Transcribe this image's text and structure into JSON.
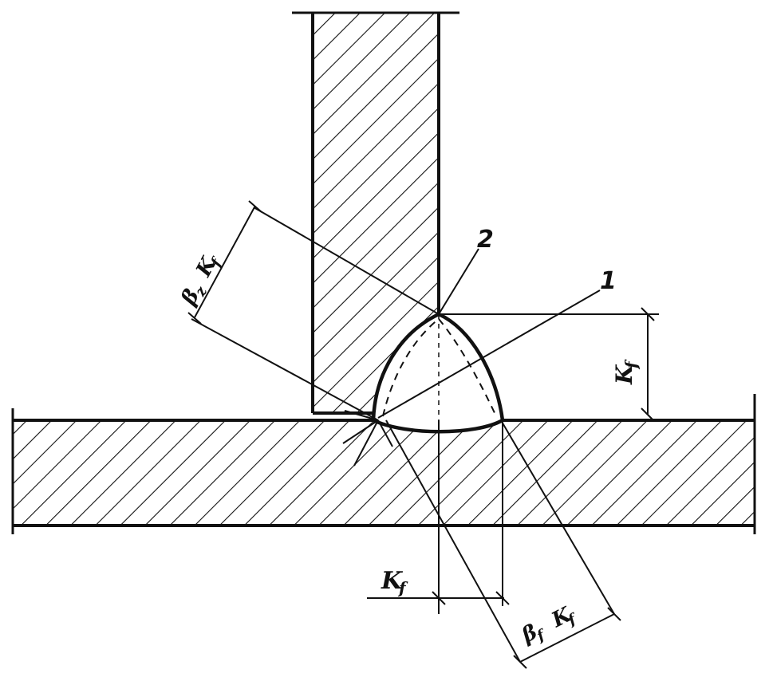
{
  "labels": {
    "marker_1": "1",
    "marker_2": "2",
    "kf_vertical": "K",
    "kf_vertical_sub": "f",
    "kf_horizontal": "K",
    "kf_horizontal_sub": "f",
    "beta_z_kf": "β",
    "beta_z_sub": "z",
    "beta_z_k": "K",
    "beta_z_k_sub": "f",
    "beta_f_kf": "β",
    "beta_f_sub": "f",
    "beta_f_k": "K",
    "beta_f_k_sub": "f"
  },
  "colors": {
    "ink": "#111111",
    "paper": "#ffffff"
  }
}
